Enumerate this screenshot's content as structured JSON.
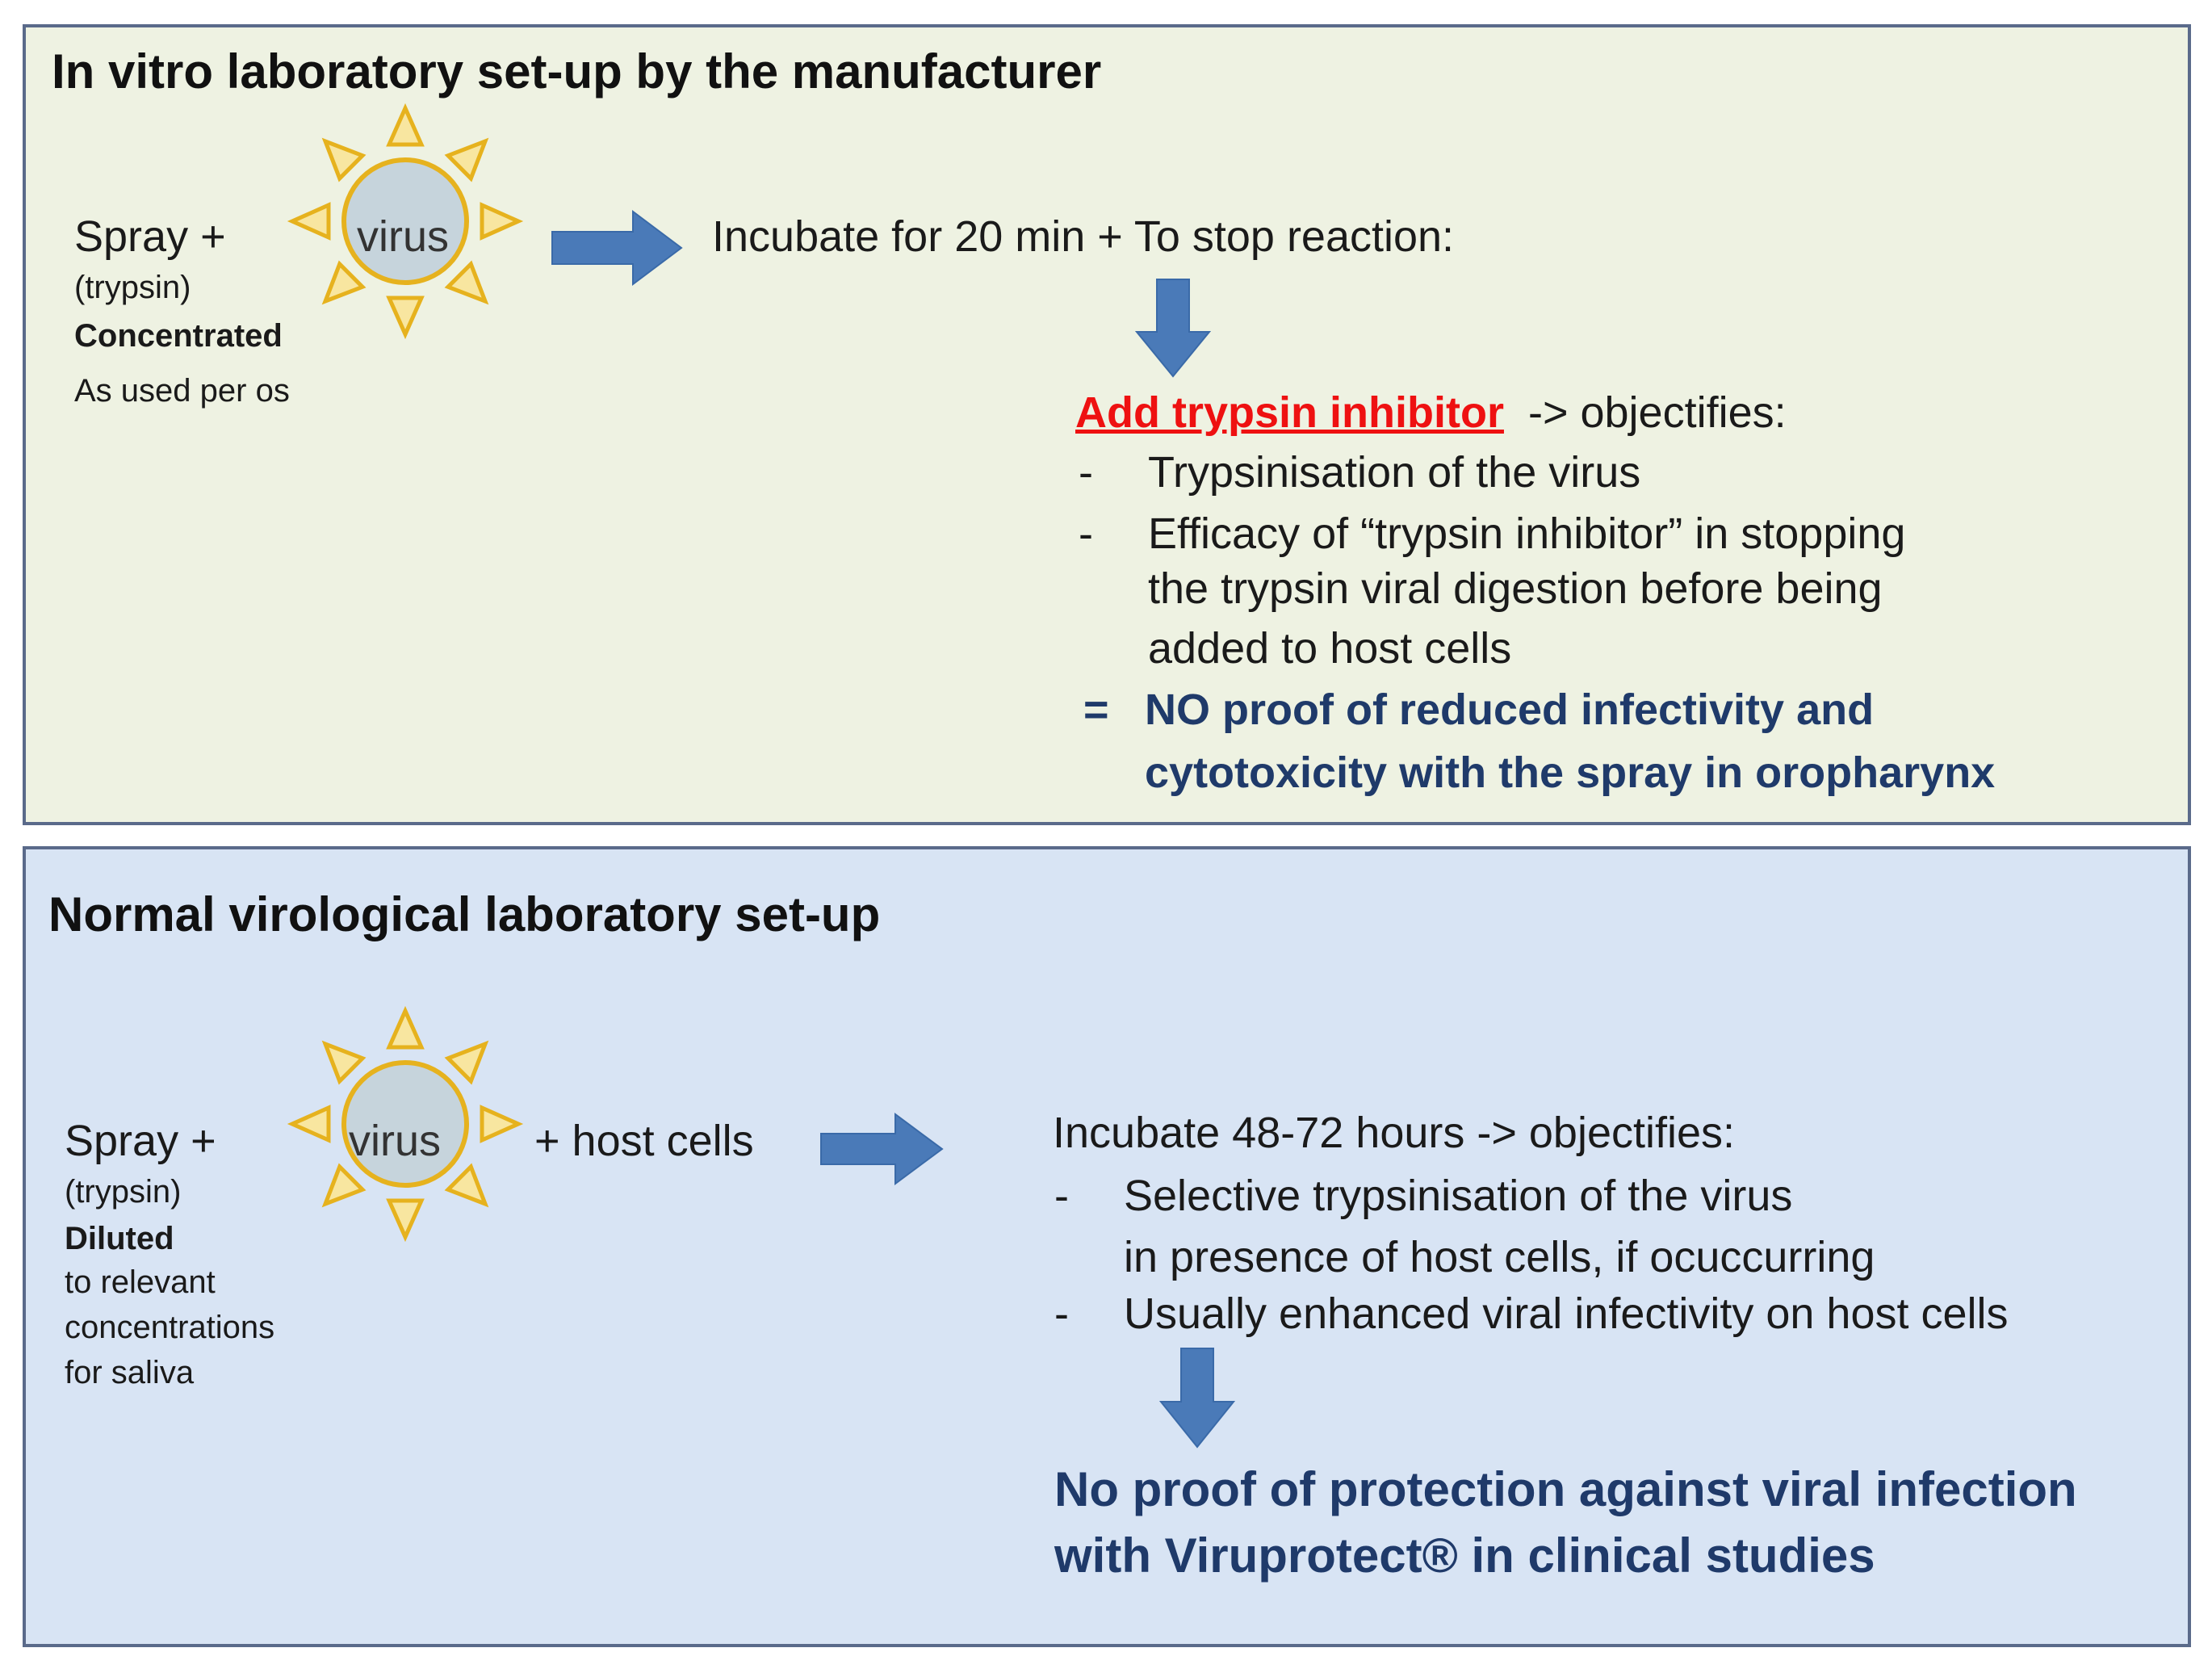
{
  "top_panel": {
    "title": "In vitro laboratory set-up by the manufacturer",
    "spray_label": "Spray +",
    "trypsin_label": "(trypsin)",
    "concentration_label": "Concentrated",
    "usage_label": "As used per os",
    "virus_label": "virus",
    "incubate_text": "Incubate for 20 min  + To stop reaction:",
    "inhibitor_label": "Add trypsin inhibitor",
    "objectifies_label": "  -> objectifies:",
    "bullets": [
      {
        "dash": "-",
        "lines": [
          "Trypsinisation of the virus"
        ]
      },
      {
        "dash": "-",
        "lines": [
          "Efficacy of “trypsin inhibitor” in stopping",
          "the trypsin viral digestion before being",
          "added to host cells"
        ]
      }
    ],
    "conclusion_symbol": "=",
    "conclusion_lines": [
      "NO  proof of reduced infectivity and",
      "cytotoxicity with the spray in oropharynx"
    ]
  },
  "bottom_panel": {
    "title": "Normal virological laboratory set-up",
    "spray_label": "Spray  +",
    "trypsin_label": "(trypsin)",
    "dilution_label": "Diluted",
    "dilution_lines": [
      "to relevant",
      "concentrations",
      "for saliva"
    ],
    "virus_label": "virus",
    "host_cells_label": "+ host cells",
    "incubate_text": "Incubate 48-72 hours  -> objectifies:",
    "bullets": [
      {
        "dash": "-",
        "lines": [
          "Selective trypsinisation of the virus",
          "in presence of host cells, if ocuccurring"
        ]
      },
      {
        "dash": "-",
        "lines": [
          "Usually enhanced viral infectivity on host cells"
        ]
      }
    ],
    "conclusion_lines": [
      "No proof of protection  against viral infection",
      "with Viruprotect®  in clinical studies"
    ]
  },
  "colors": {
    "top_background": "#eef2e2",
    "bottom_background": "#d8e4f4",
    "arrow": "#4a7ab8",
    "sun_ray": "#f8e6a0",
    "sun_outline": "#e6b21e",
    "virus_fill": "#c6d4dc",
    "emphasis_red": "#ee1111",
    "emphasis_navy": "#1f3a6a"
  },
  "icons": [
    "virus-sun-icon",
    "right-arrow-icon",
    "down-arrow-icon"
  ]
}
